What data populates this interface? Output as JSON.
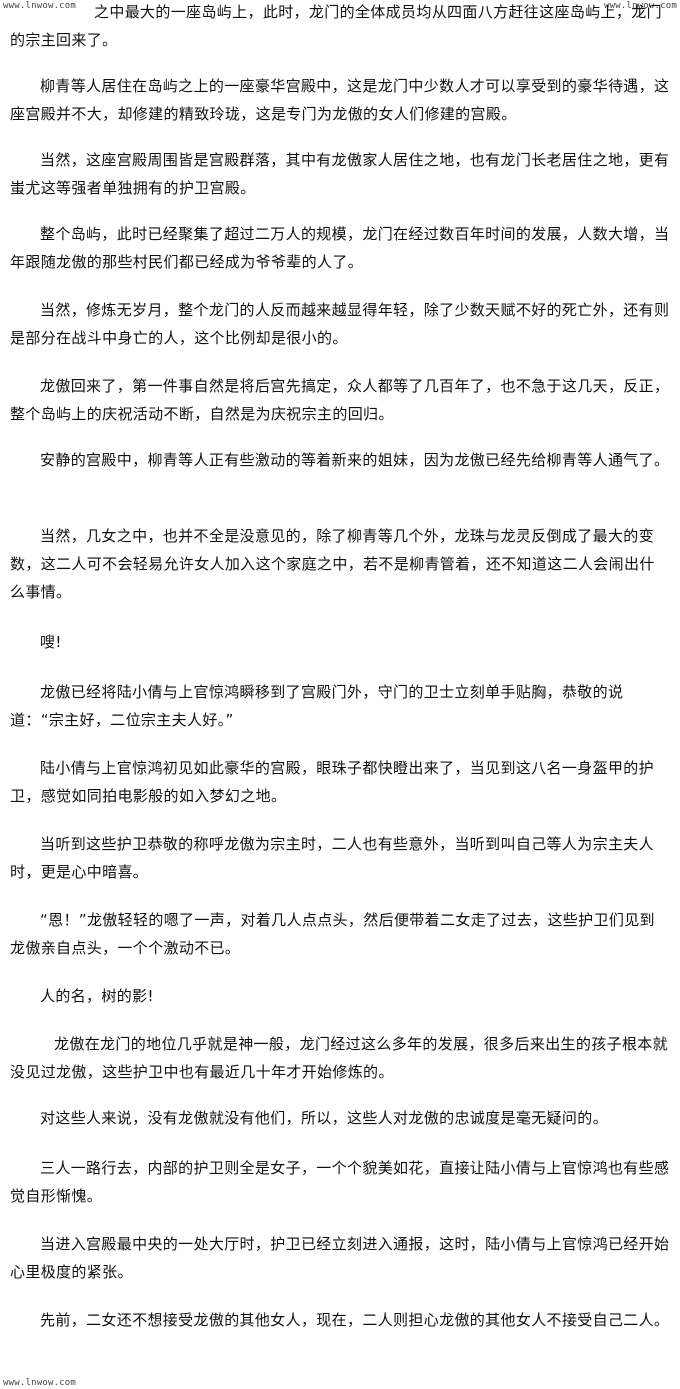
{
  "watermarks": {
    "top_left": "www.lnwow.com",
    "top_right": "www.lnwow.com",
    "bottom_left": "www.lnwow.com"
  },
  "paragraphs": [
    "之中最大的一座岛屿上，此时，龙门的全体成员均从四面八方赶往这座岛屿上，龙门的宗主回来了。",
    "柳青等人居住在岛屿之上的一座豪华宫殿中，这是龙门中少数人才可以享受到的豪华待遇，这座宫殿并不大，却修建的精致玲珑，这是专门为龙傲的女人们修建的宫殿。",
    "当然，这座宫殿周围皆是宫殿群落，其中有龙傲家人居住之地，也有龙门长老居住之地，更有蚩尤这等强者单独拥有的护卫宫殿。",
    "整个岛屿，此时已经聚集了超过二万人的规模，龙门在经过数百年时间的发展，人数大增，当年跟随龙傲的那些村民们都已经成为爷爷辈的人了。",
    "当然，修炼无岁月，整个龙门的人反而越来越显得年轻，除了少数天赋不好的死亡外，还有则是部分在战斗中身亡的人，这个比例却是很小的。",
    "龙傲回来了，第一件事自然是将后宫先搞定，众人都等了几百年了，也不急于这几天，反正，整个岛屿上的庆祝活动不断，自然是为庆祝宗主的回归。",
    "安静的宫殿中，柳青等人正有些激动的等着新来的姐妹，因为龙傲已经先给柳青等人通气了。",
    "当然，几女之中，也并不全是没意见的，除了柳青等几个外，龙珠与龙灵反倒成了最大的变数，这二人可不会轻易允许女人加入这个家庭之中，若不是柳青管着，还不知道这二人会闹出什么事情。",
    "嗖!",
    "龙傲已经将陆小倩与上官惊鸿瞬移到了宫殿门外，守门的卫士立刻单手贴胸，恭敬的说道：“宗主好，二位宗主夫人好。”",
    "陆小倩与上官惊鸿初见如此豪华的宫殿，眼珠子都快瞪出来了，当见到这八名一身盔甲的护卫，感觉如同拍电影般的如入梦幻之地。",
    "当听到这些护卫恭敬的称呼龙傲为宗主时，二人也有些意外，当听到叫自己等人为宗主夫人时，更是心中暗喜。",
    "“恩！”龙傲轻轻的嗯了一声，对着几人点点头，然后便带着二女走了过去，这些护卫们见到龙傲亲自点头，一个个激动不已。",
    "人的名，树的影!",
    "龙傲在龙门的地位几乎就是神一般，龙门经过这么多年的发展，很多后来出生的孩子根本就没见过龙傲，这些护卫中也有最近几十年才开始修炼的。",
    "对这些人来说，没有龙傲就没有他们，所以，这些人对龙傲的忠诚度是毫无疑问的。",
    "三人一路行去，内部的护卫则全是女子，一个个貌美如花，直接让陆小倩与上官惊鸿也有些感觉自形惭愧。",
    "当进入宫殿最中央的一处大厅时，护卫已经立刻进入通报，这时，陆小倩与上官惊鸿已经开始心里极度的紧张。",
    "先前，二女还不想接受龙傲的其他女人，现在，二人则担心龙傲的其他女人不接受自己二人。"
  ]
}
